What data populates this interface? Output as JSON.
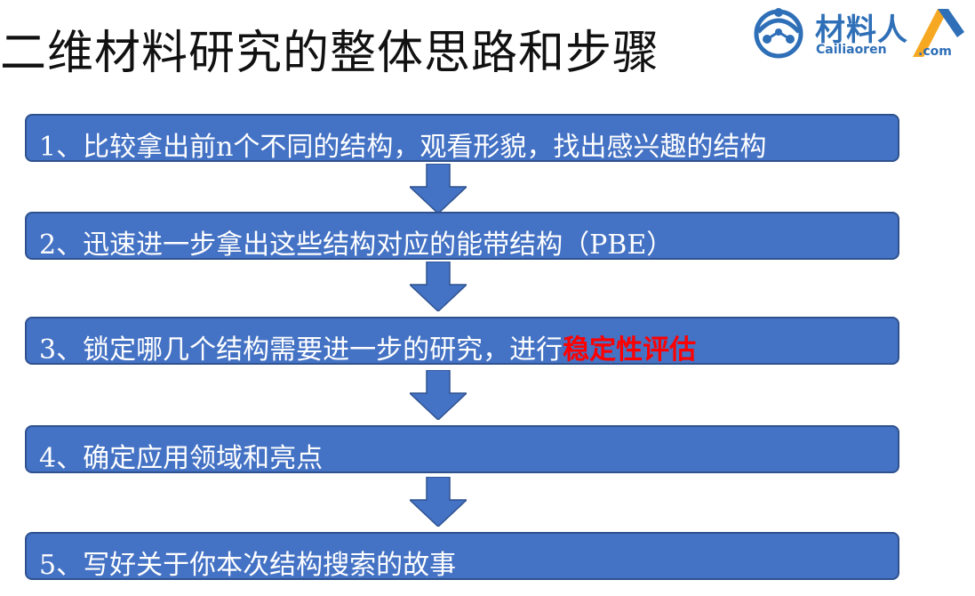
{
  "title": "二维材料研究的整体思路和步骤",
  "logo": {
    "cn": "材料人",
    "en": "Cailiaoren",
    "com": ".com",
    "brand_color": "#2e6fb7",
    "accent_color": "#f7a823"
  },
  "colors": {
    "box_fill": "#4472c4",
    "box_border": "#2f528f",
    "highlight": "#ff0000"
  },
  "steps": [
    {
      "text": "1、比较拿出前n个不同的结构，观看形貌，找出感兴趣的结构"
    },
    {
      "text": "2、迅速进一步拿出这些结构对应的能带结构（PBE）"
    },
    {
      "text": "3、锁定哪几个结构需要进一步的研究，进行",
      "highlight": "稳定性评估"
    },
    {
      "text": "4、确定应用领域和亮点"
    },
    {
      "text": "5、写好关于你本次结构搜索的故事"
    }
  ]
}
